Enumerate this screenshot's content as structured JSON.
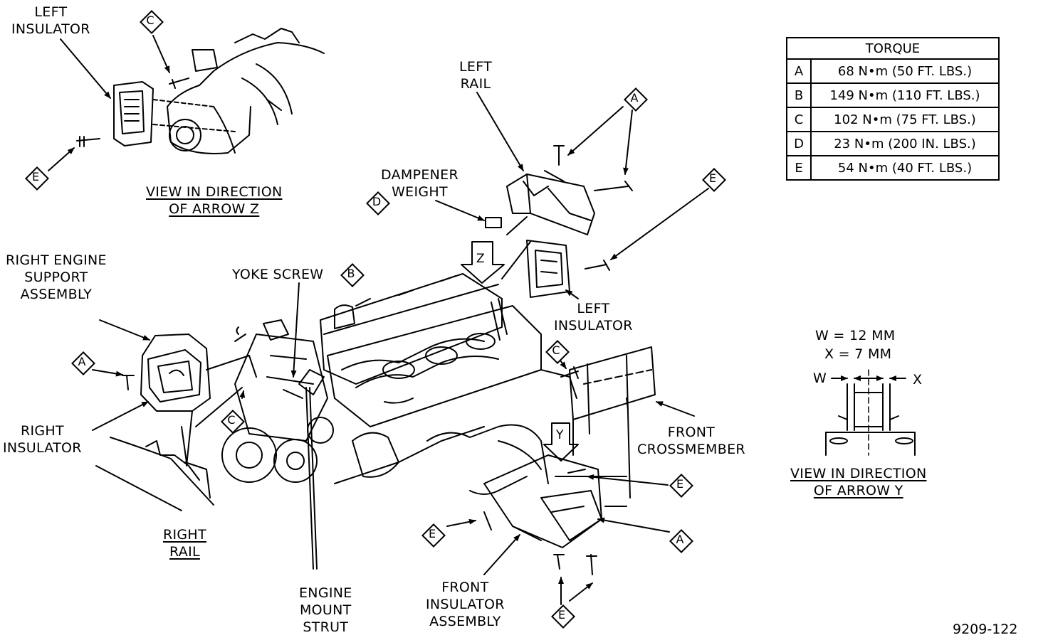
{
  "labels": {
    "left_insulator_top": "LEFT\nINSULATOR",
    "view_z": "VIEW IN DIRECTION\nOF ARROW Z",
    "left_rail": "LEFT\nRAIL",
    "dampener_weight": "DAMPENER\nWEIGHT",
    "right_engine_support": "RIGHT ENGINE\nSUPPORT\nASSEMBLY",
    "yoke_screw": "YOKE SCREW",
    "left_insulator_main": "LEFT\nINSULATOR",
    "right_insulator": "RIGHT\nINSULATOR",
    "right_rail": "RIGHT\nRAIL",
    "front_crossmember": "FRONT\nCROSSMEMBER",
    "engine_mount_strut": "ENGINE\nMOUNT\nSTRUT",
    "front_insulator_assembly": "FRONT\nINSULATOR\nASSEMBLY",
    "view_y": "VIEW IN DIRECTION\nOF ARROW Y",
    "w_dim": "W = 12 MM",
    "x_dim": "X = 7 MM",
    "w": "W",
    "x": "X",
    "arrow_z": "Z",
    "arrow_y": "Y"
  },
  "callouts": {
    "a": "A",
    "b": "B",
    "c": "C",
    "d": "D",
    "e": "E"
  },
  "torque_table": {
    "header": "TORQUE",
    "rows": [
      {
        "key": "A",
        "value": "68 N•m (50 FT. LBS.)"
      },
      {
        "key": "B",
        "value": "149 N•m (110 FT. LBS.)"
      },
      {
        "key": "C",
        "value": "102 N•m (75 FT. LBS.)"
      },
      {
        "key": "D",
        "value": "23 N•m (200 IN. LBS.)"
      },
      {
        "key": "E",
        "value": "54 N•m (40 FT. LBS.)"
      }
    ]
  },
  "figure_number": "9209-122"
}
